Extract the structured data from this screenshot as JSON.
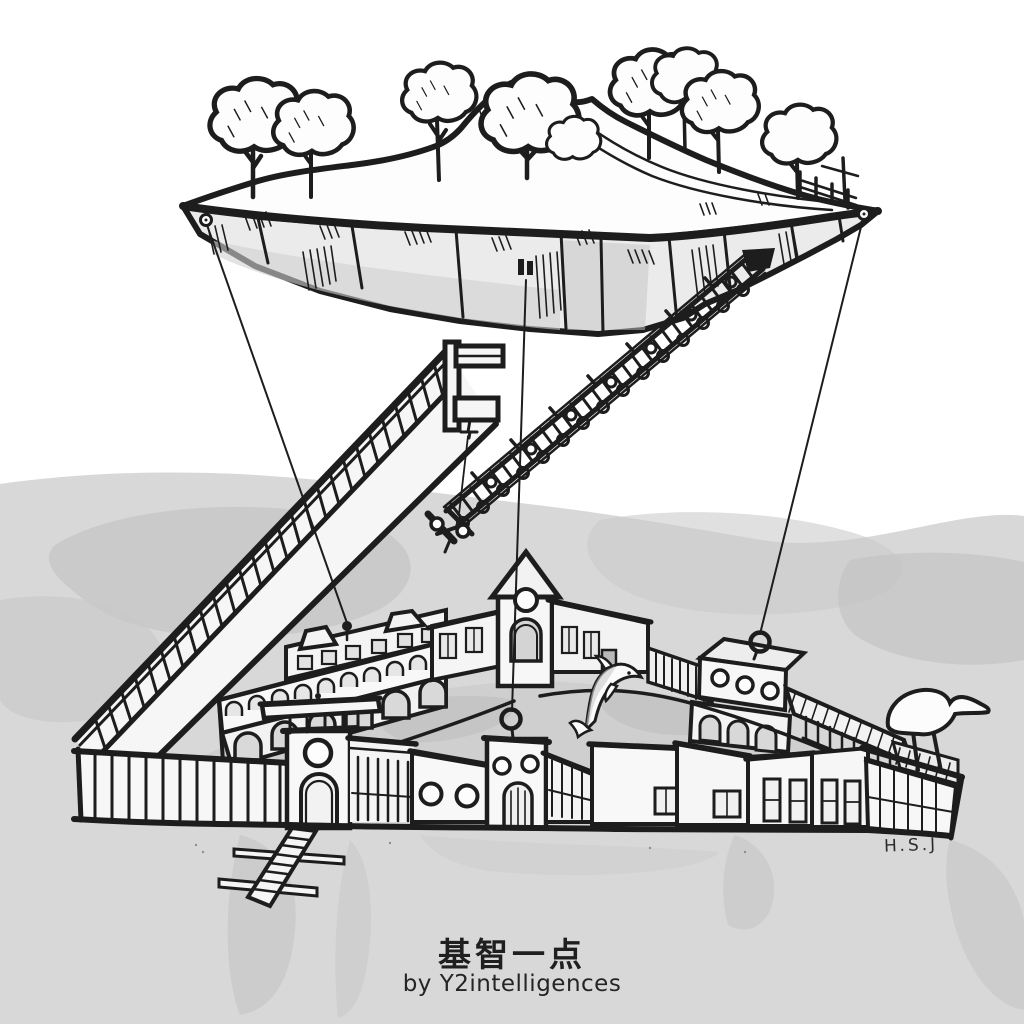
{
  "caption": {
    "title": "基智一点",
    "byline": "by Y2intelligences"
  },
  "signature": "H.S.J",
  "palette": {
    "ink": "#1d1d1d",
    "paper": "#ffffff",
    "wash_base": "#d8d8d8",
    "wash_dark": "#c5c5c5",
    "rock_fill": "#ebebeb",
    "building_fill": "#f7f7f7",
    "shade_fill": "#d4d4d4"
  },
  "scene": {
    "description": "Ink illustration of a floating island tethered by three cables above a walled town, linked by a giant ramp and a rope bridge",
    "elements": [
      "floating-island",
      "trees",
      "mountain",
      "trail",
      "cliff-fence",
      "tether-cables",
      "giant-ramp",
      "rope-bridge",
      "town-wall",
      "gate-tower",
      "pavilion",
      "boardwalk",
      "arcade-viaduct",
      "church-tower",
      "blockhouse",
      "shed-roof",
      "dolphin",
      "whale-tail-sculpture",
      "corner-glass-building"
    ],
    "tree_count": 8,
    "cable_count": 3
  }
}
